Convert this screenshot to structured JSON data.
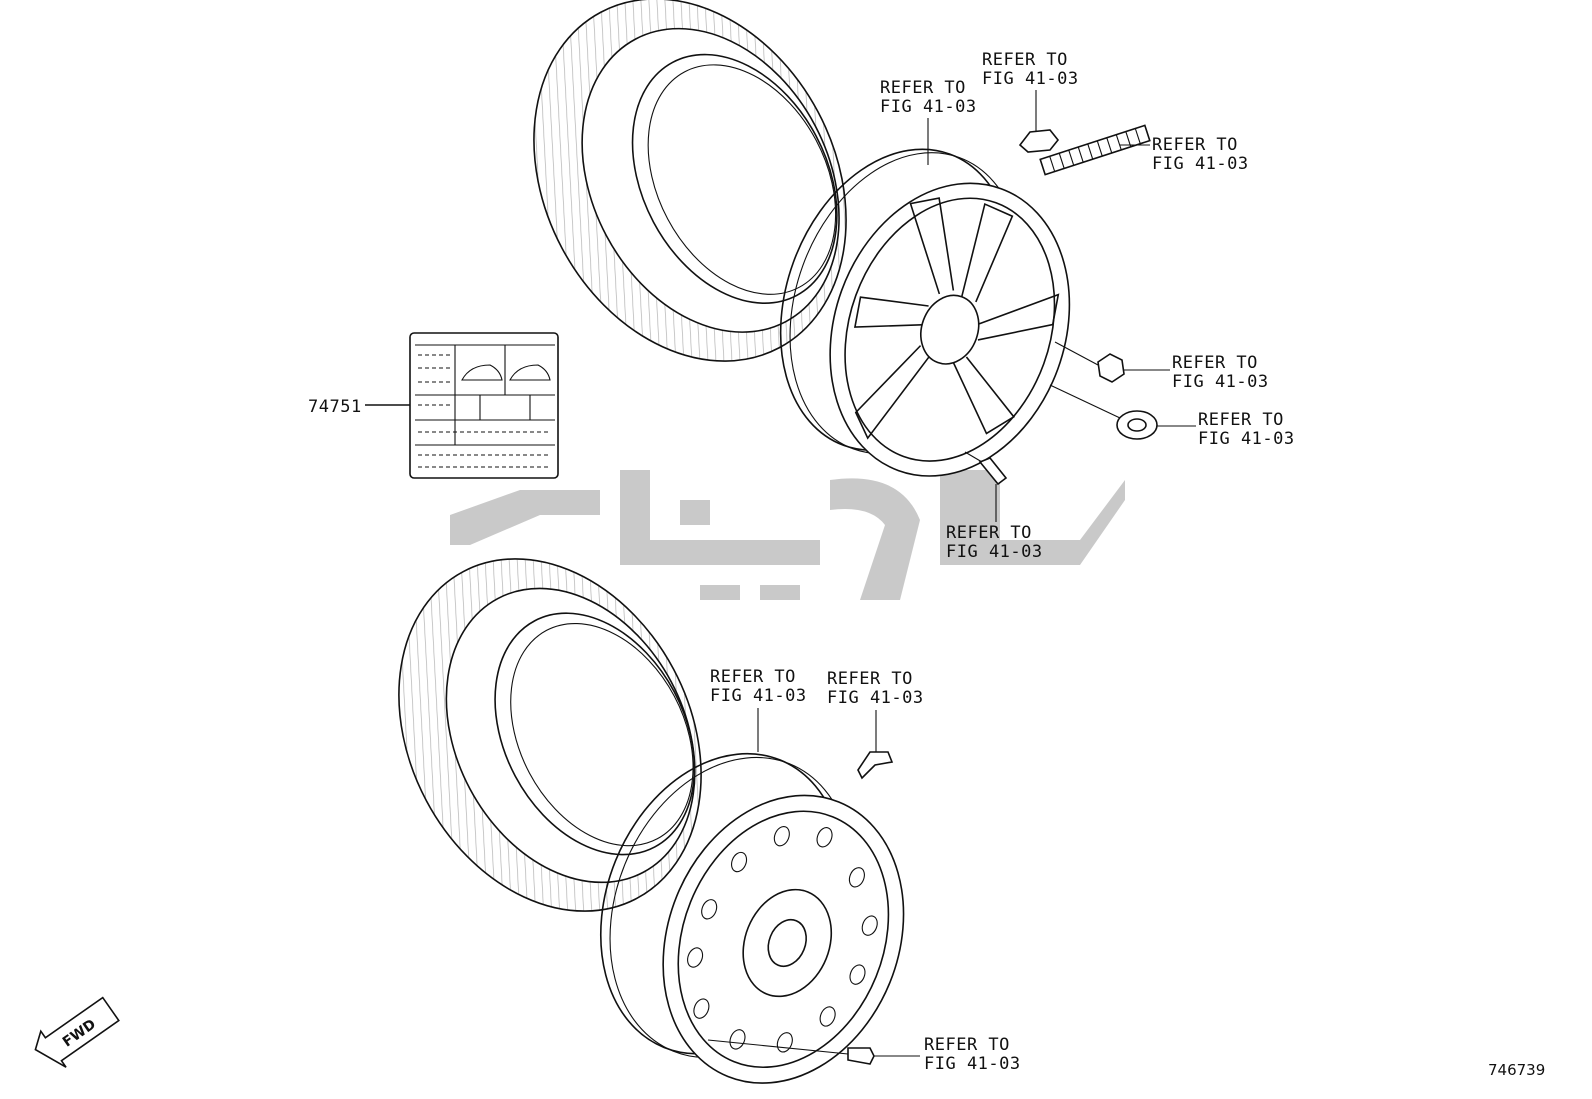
{
  "figure_id": "746739",
  "fwd_label": "FWD",
  "part_label": "74751",
  "ref_line1": "REFER TO",
  "ref_line2": "FIG 41-03",
  "watermark_color": "#c9c9c9",
  "icons": [
    "tire-icon",
    "alloy-wheel-icon",
    "steel-wheel-icon",
    "valve-stem-icon",
    "lug-nut-icon",
    "center-cap-icon",
    "wheel-weight-icon",
    "tire-pressure-label-icon",
    "fwd-arrow-icon"
  ]
}
